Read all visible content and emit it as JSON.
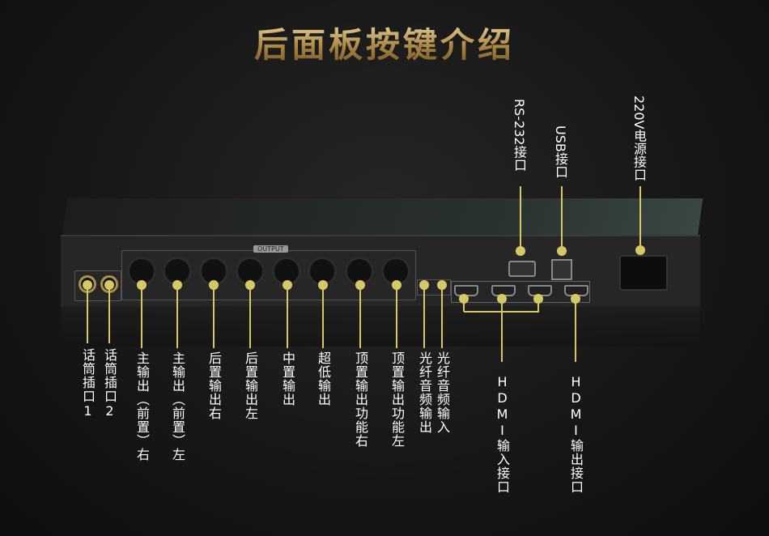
{
  "title": "后面板按键介绍",
  "device": {
    "output_badge": "OUTPUT"
  },
  "labels_top": [
    {
      "text": "RS-232接口"
    },
    {
      "text": "USB接口"
    },
    {
      "text": "220V电源接口"
    }
  ],
  "labels_bottom": [
    {
      "text": "话筒插口1"
    },
    {
      "text": "话筒插口2"
    },
    {
      "text": "主输出（前置）右"
    },
    {
      "text": "主输出（前置）左"
    },
    {
      "text": "后置输出右"
    },
    {
      "text": "后置输出左"
    },
    {
      "text": "中置输出"
    },
    {
      "text": "超低输出"
    },
    {
      "text": "顶置输出功能右"
    },
    {
      "text": "顶置输出功能左"
    },
    {
      "text": "光纤音频输出"
    },
    {
      "text": "光纤音频输入"
    },
    {
      "text": "HDMI输入接口"
    },
    {
      "text": "HDMI输出接口"
    }
  ],
  "colors": {
    "accent": "#d6c865",
    "title_gold": "#c9a866"
  }
}
